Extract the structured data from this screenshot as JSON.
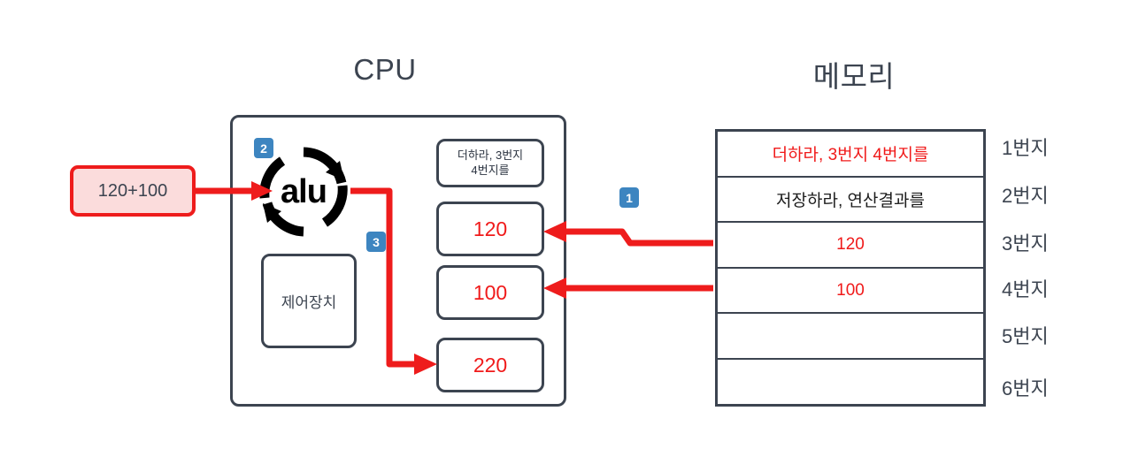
{
  "titles": {
    "cpu": "CPU",
    "memory": "메모리"
  },
  "input": {
    "expression": "120+100"
  },
  "cpu": {
    "alu_label": "alu",
    "control_unit_label": "제어장치",
    "registers": [
      {
        "name": "instruction-register",
        "line1": "더하라, 3번지",
        "line2": "4번지를"
      },
      {
        "name": "operand-register-a",
        "value": "120"
      },
      {
        "name": "operand-register-b",
        "value": "100"
      },
      {
        "name": "result-register",
        "value": "220"
      }
    ]
  },
  "memory": {
    "rows": [
      {
        "value": "더하라, 3번지 4번지를",
        "color": "#f01a1a",
        "address": "1번지"
      },
      {
        "value": "저장하라, 연산결과를",
        "color": "#1c1c1c",
        "address": "2번지"
      },
      {
        "value": "120",
        "color": "#f01a1a",
        "address": "3번지"
      },
      {
        "value": "100",
        "color": "#f01a1a",
        "address": "4번지"
      },
      {
        "value": "",
        "color": "#1c1c1c",
        "address": "5번지"
      },
      {
        "value": "",
        "color": "#1c1c1c",
        "address": "6번지"
      }
    ]
  },
  "steps": [
    {
      "label": "1",
      "meaning": "memory-to-register-fetch"
    },
    {
      "label": "2",
      "meaning": "alu-compute"
    },
    {
      "label": "3",
      "meaning": "result-writeback"
    }
  ],
  "colors": {
    "accent_red": "#f01a1a",
    "arrow_red": "#ee1c1c",
    "badge_blue": "#3d85c0",
    "outline_slate": "#3c4450",
    "input_fill_pink": "#fbdcdc"
  }
}
